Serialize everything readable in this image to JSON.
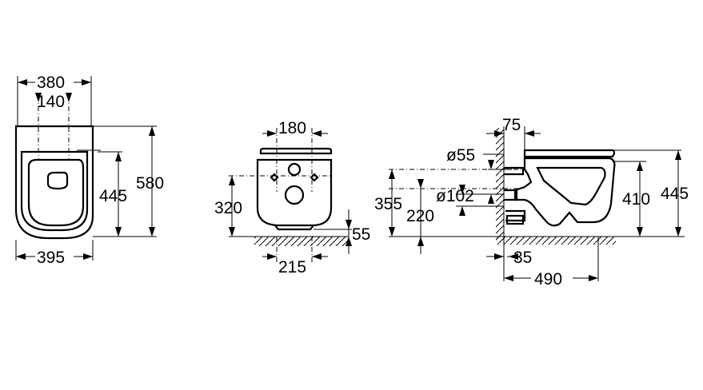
{
  "front_view": {
    "dims": {
      "total_width": "380",
      "fixing_spacing": "140",
      "height": "580",
      "seat_height": "445",
      "bottom_width": "395"
    }
  },
  "rear_view": {
    "dims": {
      "top_spacing": "180",
      "outlet_height": "320",
      "bottom_spacing": "215",
      "offset": "55"
    }
  },
  "side_view": {
    "dims": {
      "wall_offset": "75",
      "inlet_diameter": "ø55",
      "outlet_diameter": "ø102",
      "inlet_height": "355",
      "outlet_height": "220",
      "rim_height": "410",
      "seat_height": "445",
      "wall_gap": "35",
      "depth": "490"
    }
  }
}
